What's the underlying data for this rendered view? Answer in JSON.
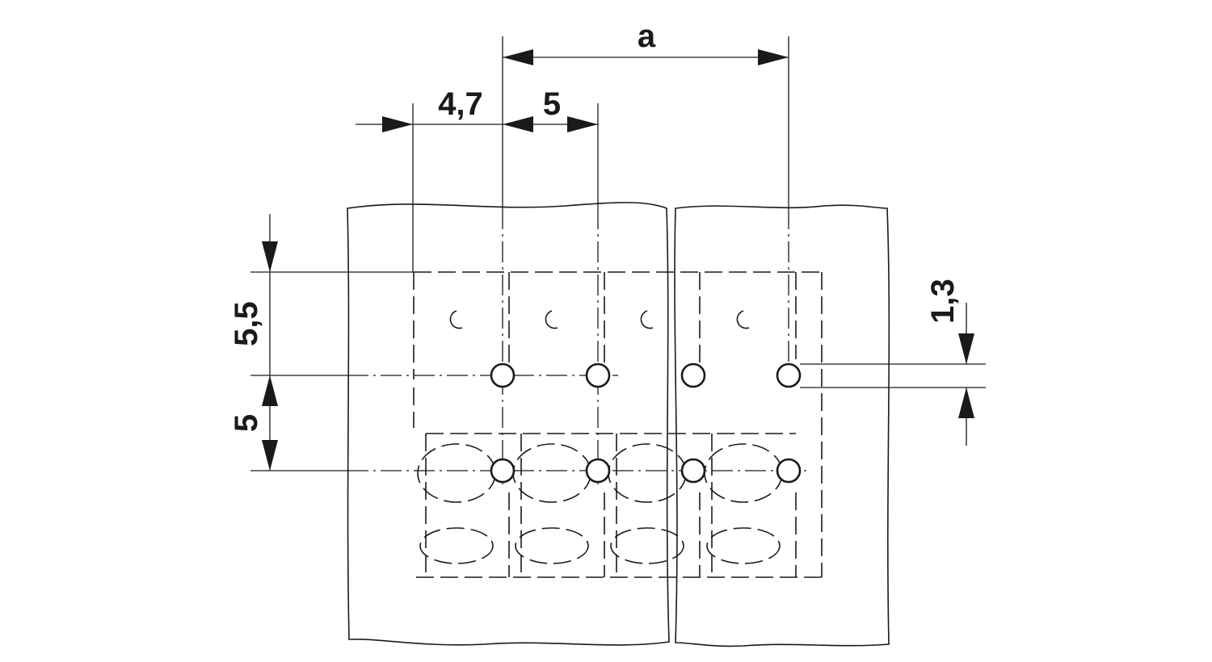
{
  "dimensions": {
    "a": "a",
    "offset_edge": "4,7",
    "pitch_horizontal": "5",
    "row_offset_top": "5,5",
    "row_spacing": "5",
    "hole_diameter": "1,3"
  },
  "colors": {
    "line": "#1a1a1a",
    "background": "#ffffff"
  }
}
